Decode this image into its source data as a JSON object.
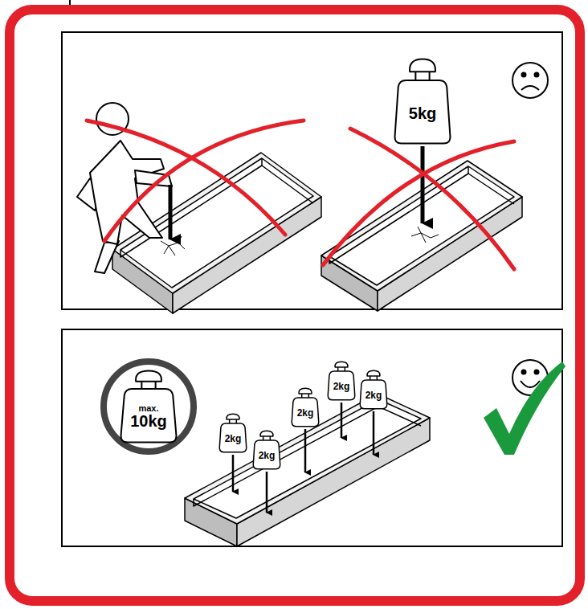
{
  "diagram": {
    "nodes": [
      {
        "text": [
          "5kg"
        ]
      },
      {
        "text": [
          "max.",
          "10kg"
        ]
      },
      {
        "text": [
          "2kg"
        ]
      },
      {
        "text": [
          "2kg"
        ]
      },
      {
        "text": [
          "2kg"
        ]
      },
      {
        "text": [
          "2kg"
        ]
      },
      {
        "text": [
          "2kg"
        ]
      }
    ]
  }
}
